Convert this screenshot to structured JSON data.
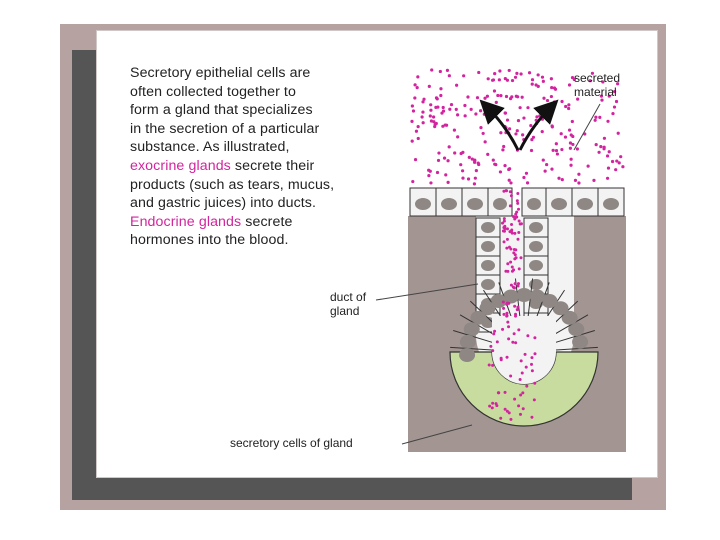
{
  "figure": {
    "paragraph": [
      {
        "text": "Secretory epithelial cells are",
        "highlight": false
      },
      {
        "text": "often collected together to",
        "highlight": false
      },
      {
        "text": "form a gland that specializes",
        "highlight": false
      },
      {
        "text": "in the secretion of a particular",
        "highlight": false
      },
      {
        "text": "substance. As illustrated,",
        "highlight": false
      },
      {
        "parts": [
          {
            "text": "exocrine glands",
            "highlight": true
          },
          {
            "text": " secrete their",
            "highlight": false
          }
        ]
      },
      {
        "text": "products (such as tears, mucus,",
        "highlight": false
      },
      {
        "text": "and gastric juices) into ducts.",
        "highlight": false
      },
      {
        "parts": [
          {
            "text": "Endocrine glands",
            "highlight": true
          },
          {
            "text": " secrete",
            "highlight": false
          }
        ]
      },
      {
        "text": "hormones into the blood.",
        "highlight": false
      }
    ],
    "labels": {
      "secreted_material_1": "secreted",
      "secreted_material_2": "material",
      "duct_1": "duct of",
      "duct_2": "gland",
      "secretory_cells": "secretory cells of gland"
    },
    "colors": {
      "frame": "#b6a3a1",
      "shadow": "#555555",
      "highlight": "#d2249f",
      "tissue": "#a39592",
      "cell_fill": "#f3f3f3",
      "nucleus": "#8e8784",
      "gland_cell": "#c9dca0",
      "secretion_dot": "#d2249f"
    }
  }
}
